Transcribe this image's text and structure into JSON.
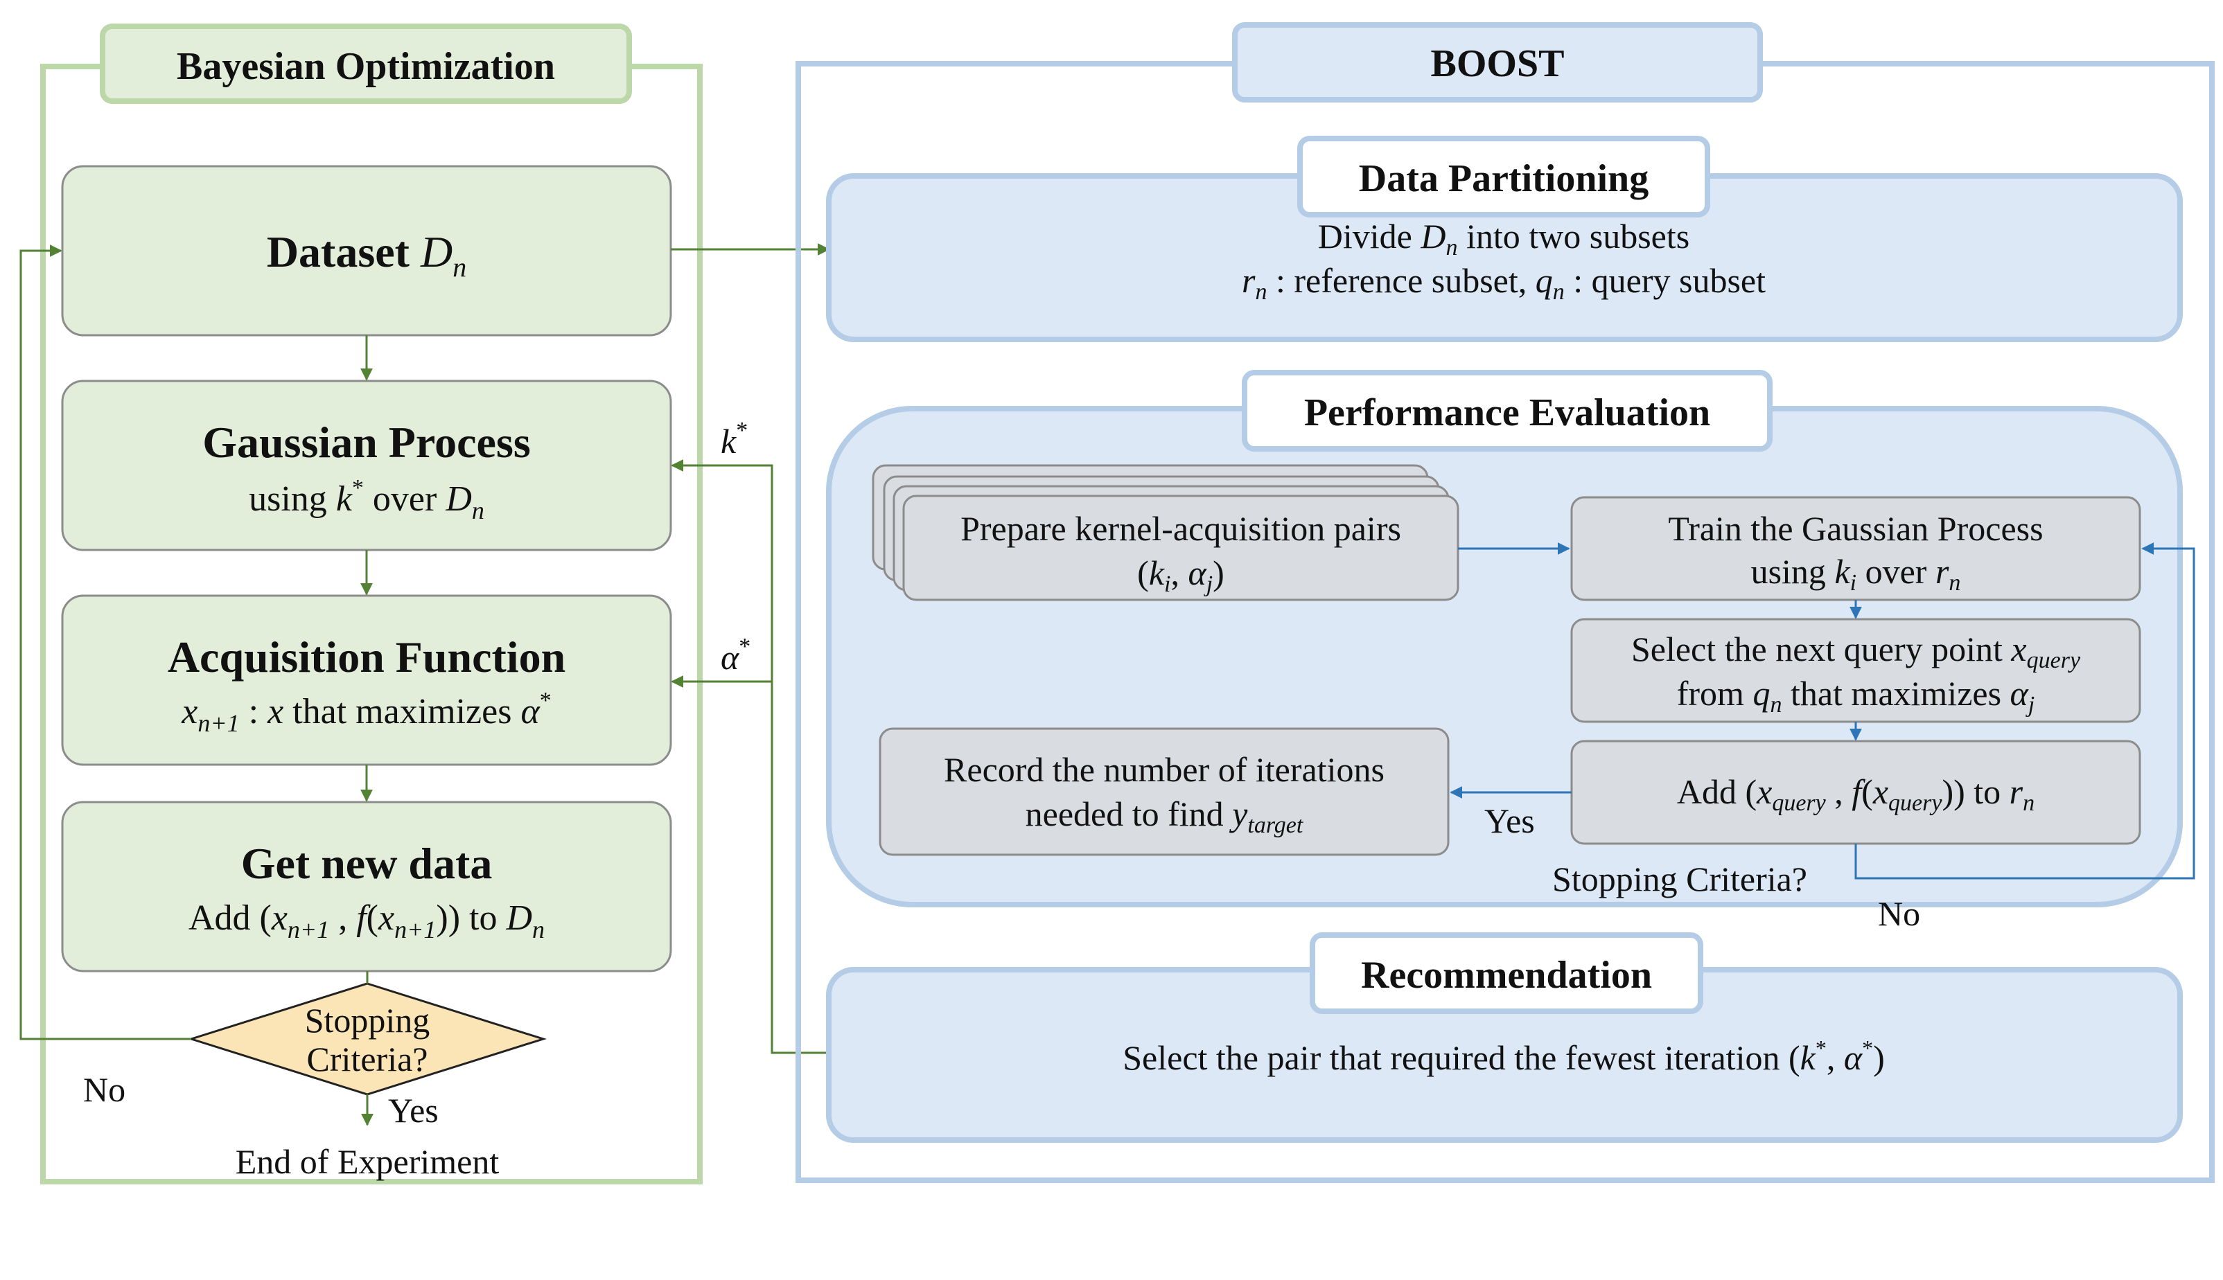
{
  "colors": {
    "green_fill": "#e2eed9",
    "green_border": "#bcd7a8",
    "green_arrow": "#548235",
    "blue_fill": "#dce8f6",
    "blue_border": "#b4cce6",
    "blue_arrow": "#2e75b6",
    "gray_fill": "#d9dde2",
    "gray_border": "#8c8c8c",
    "diamond_fill": "#fbe5b6"
  },
  "bo": {
    "title": "Bayesian Optimization",
    "dataset": {
      "title": "Dataset",
      "var": "D",
      "sub": "n"
    },
    "gp": {
      "title": "Gaussian Process",
      "line_a": "using ",
      "k": "k",
      "star": "*",
      "line_b": " over ",
      "D": "D",
      "n": "n"
    },
    "acq": {
      "title": "Acquisition Function",
      "x": "x",
      "sub": "n+1",
      "colon": " : ",
      "x2": "x",
      "mid": " that maximizes ",
      "alpha": "α",
      "star": "*"
    },
    "newdata": {
      "title": "Get new data",
      "pre": "Add (",
      "x": "x",
      "sub1": "n+1",
      "comma": " , ",
      "f": "f",
      "paren": "(",
      "x2": "x",
      "sub2": "n+1",
      "close": ")) to ",
      "D": "D",
      "n": "n"
    },
    "stop": {
      "line1": "Stopping",
      "line2": "Criteria?"
    },
    "no": "No",
    "yes": "Yes",
    "end": "End of Experiment"
  },
  "links": {
    "k_label": "k",
    "k_star": "*",
    "a_label": "α",
    "a_star": "*"
  },
  "boost": {
    "title": "BOOST",
    "partition": {
      "title": "Data Partitioning",
      "l1a": "Divide ",
      "l1D": "D",
      "l1n": "n",
      "l1b": " into two subsets",
      "r": "r",
      "rn": "n",
      "l2a": " : reference subset, ",
      "q": "q",
      "qn": "n",
      "l2b": " : query subset"
    },
    "perf": {
      "title": "Performance Evaluation",
      "prepare": {
        "line1": "Prepare kernel-acquisition pairs",
        "open": "(",
        "k": "k",
        "ki": "i",
        "comma": ", ",
        "a": "α",
        "aj": "j",
        "close": ")"
      },
      "train": {
        "line1": "Train the Gaussian Process",
        "pre": "using ",
        "k": "k",
        "ki": "i",
        "mid": " over ",
        "r": "r",
        "rn": "n"
      },
      "select": {
        "pre": "Select the next query point ",
        "x": "x",
        "xsub": "query",
        "from": "from ",
        "q": "q",
        "qn": "n",
        "mid": " that maximizes ",
        "a": "α",
        "aj": "j"
      },
      "add": {
        "pre": "Add (",
        "x": "x",
        "xsub": "query",
        "comma": " , ",
        "f": "f",
        "paren": "(",
        "x2": "x",
        "xsub2": "query",
        "close": ")) to ",
        "r": "r",
        "rn": "n"
      },
      "record": {
        "line1": "Record the number of iterations",
        "pre": "needed to find ",
        "y": "y",
        "ysub": "target"
      },
      "yes": "Yes",
      "stop": "Stopping Criteria?",
      "no": "No"
    },
    "rec": {
      "title": "Recommendation",
      "pre": "Select the pair that required the fewest iteration (",
      "k": "k",
      "kstar": "*",
      "comma": ", ",
      "a": "α",
      "astar": "*",
      "close": ")"
    }
  }
}
